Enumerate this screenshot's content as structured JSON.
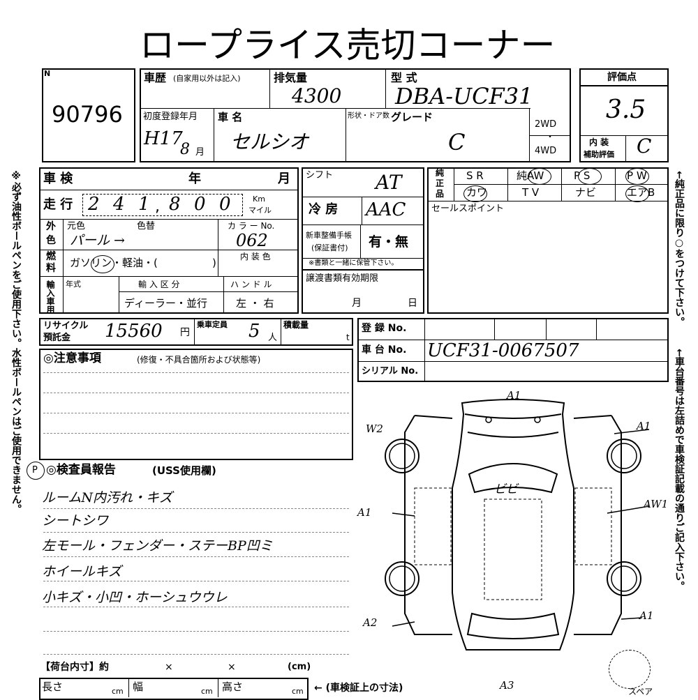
{
  "title": "ロープライス売切コーナー",
  "lot": {
    "label": "N",
    "number": "90796"
  },
  "history": {
    "label": "車歴",
    "note": "(自家用以外は記入)"
  },
  "displacement": {
    "label": "排気量",
    "value": "4300"
  },
  "model": {
    "label": "型 式",
    "value": "DBA-UCF31"
  },
  "score": {
    "label": "評価点",
    "value": "3.5"
  },
  "first_reg": {
    "label": "初度登録年月",
    "year": "H17",
    "month": "8",
    "month_unit": "月"
  },
  "car_name": {
    "label": "車 名",
    "value": "セルシオ"
  },
  "shape_label": "形状・ドア数",
  "grade": {
    "label": "グレード",
    "value": "C"
  },
  "drive": {
    "two": "2WD",
    "dot": "・",
    "four": "4WD"
  },
  "interior_score": {
    "label1": "内 装",
    "label2": "補助評価",
    "value": "C"
  },
  "inspection": {
    "label": "車 検",
    "year": "年",
    "month": "月"
  },
  "mileage": {
    "label": "走 行",
    "digits": [
      "2",
      "4",
      "1",
      "8",
      "0",
      "0"
    ],
    "sep": ",",
    "unit_km": "Km",
    "unit_mile": "マイル"
  },
  "shift": {
    "label": "シフト",
    "value": "AT"
  },
  "ac": {
    "label": "冷 房",
    "value": "AAC"
  },
  "color": {
    "side_label1": "外",
    "side_label2": "色",
    "original": "元色",
    "change": "色替",
    "value": "パール →",
    "code_label": "カ ラ ー No.",
    "code": "062",
    "interior_label": "内 装 色"
  },
  "fuel": {
    "side_label1": "燃",
    "side_label2": "料",
    "options": "ガソリン・軽油・(",
    "close": ")"
  },
  "manual": {
    "label1": "新車整備手帳",
    "label2": "(保証書付)",
    "value": "有・無",
    "note": "※書類と一緒に保管下さい。"
  },
  "import": {
    "side_label": "輸入車用",
    "year_label": "年式",
    "section_label": "輸 入 区 分",
    "section_value": "ディーラー・並行",
    "handle_label": "ハ ン ド ル",
    "handle_value": "左 ・ 右"
  },
  "transfer": {
    "label": "譲渡書類有効期限",
    "month": "月",
    "day": "日"
  },
  "equipment": {
    "side_label1": "純",
    "side_label2": "正",
    "side_label3": "品",
    "row1": [
      "S R",
      "純AW",
      "P S",
      "P W"
    ],
    "row2": [
      "カワ",
      "T V",
      "ナビ",
      "エアB"
    ]
  },
  "sales_point": {
    "label": "セールスポイント"
  },
  "recycle": {
    "label1": "リサイクル",
    "label2": "預託金",
    "value": "15560",
    "unit": "円"
  },
  "capacity": {
    "label": "乗車定員",
    "value": "5",
    "unit": "人"
  },
  "load": {
    "label": "積載量",
    "unit": "t"
  },
  "registration": {
    "label": "登 録 No."
  },
  "chassis": {
    "label": "車 台 No.",
    "value": "UCF31-0067507"
  },
  "serial": {
    "label": "シリアル No."
  },
  "notes": {
    "label": "◎注意事項",
    "sub": "(修復・不具合箇所および状態等)"
  },
  "inspector": {
    "mark": "P",
    "label": "◎検査員報告",
    "sub": "(USS使用欄)",
    "lines": [
      "ルームN内汚れ・キズ",
      "シートシワ",
      "左モール・フェンダー・ステーBP凹ミ",
      "ホイールキズ",
      "小キズ・小凹・ホーシュウウレ"
    ]
  },
  "cargo": {
    "label": "【荷台内寸】約",
    "x1": "×",
    "x2": "×",
    "unit": "(cm)",
    "length": "長さ",
    "width": "幅",
    "height": "高さ",
    "cm": "cm",
    "note": "← (車検証上の寸法)"
  },
  "spare": "スペア",
  "diagram_marks": {
    "top": "A1",
    "front_right": "A1",
    "left_mirror": "W2",
    "left_mid": "A1",
    "right_mid": "AW1",
    "rear_left": "A2",
    "rear_right": "A1",
    "bottom": "A3",
    "roof": "ビビ"
  },
  "side_left": "※必ず油性ボールペンをご使用下さい。水性ボールペンはご使用できません。",
  "side_right1": "←純正品に限り○をつけて下さい。",
  "side_right2": "←車台番号は左詰めで車検証記載の通りご記入下さい。"
}
